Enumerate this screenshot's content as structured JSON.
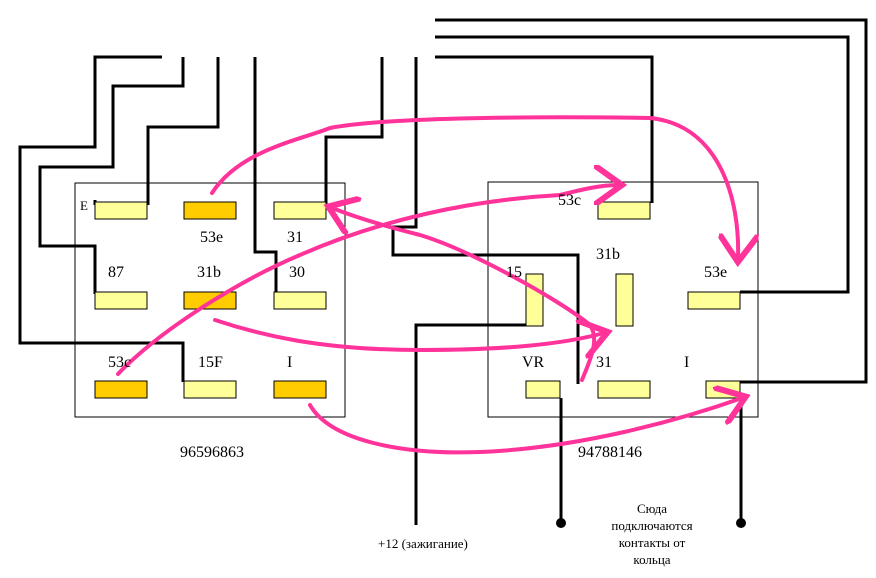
{
  "relay_left": {
    "part_number": "96596863",
    "pins": {
      "e": "E",
      "p53e": "53e",
      "p31": "31",
      "p87": "87",
      "p31b": "31b",
      "p30": "30",
      "p53c": "53c",
      "p15f": "15F",
      "pI": "I"
    }
  },
  "relay_right": {
    "part_number": "94788146",
    "pins": {
      "p53c": "53c",
      "p15": "15",
      "p31b": "31b",
      "p53e": "53e",
      "vr": "VR",
      "p31": "31",
      "pI": "I"
    }
  },
  "notes": {
    "ignition": "+12 (зажигание)",
    "ring_contacts": [
      "Сюда",
      "подключаются",
      "контакты от",
      "кольца"
    ]
  },
  "colors": {
    "pin_light": "#ffff99",
    "pin_orange": "#ffcc00",
    "arrow": "#ff3399",
    "wire": "#000000"
  }
}
